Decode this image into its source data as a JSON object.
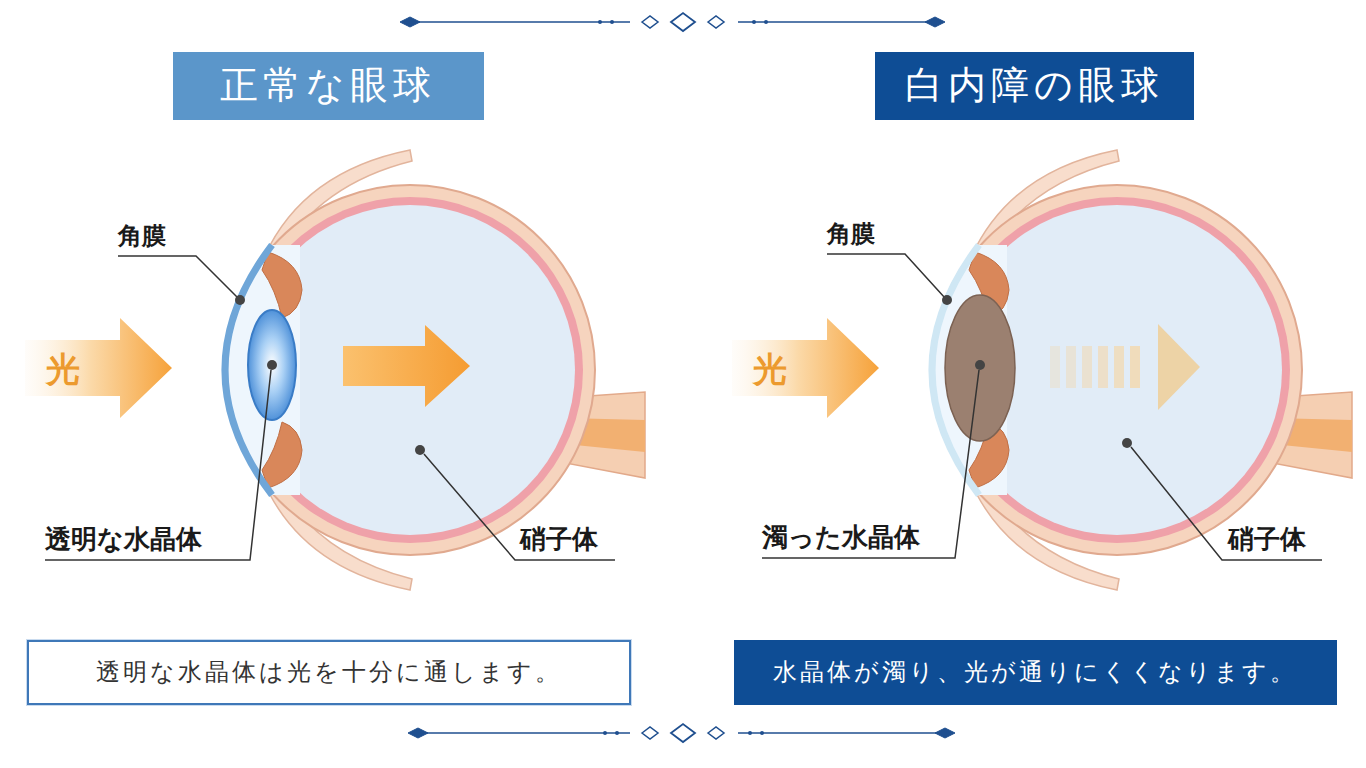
{
  "diagram": {
    "nodes": [
      {
        "text": [
          "正常な眼球"
        ]
      },
      {
        "text": [
          "白内障の眼球"
        ]
      },
      {
        "text": [
          "透明な水晶体は光を十分に通します。"
        ]
      },
      {
        "text": [
          "水晶体が濁り、光が通りにくくなります。"
        ]
      }
    ],
    "labels": [
      "角膜",
      "光",
      "透明な水晶体",
      "硝子体",
      "角膜",
      "光",
      "濁った水晶体",
      "硝子体"
    ]
  }
}
